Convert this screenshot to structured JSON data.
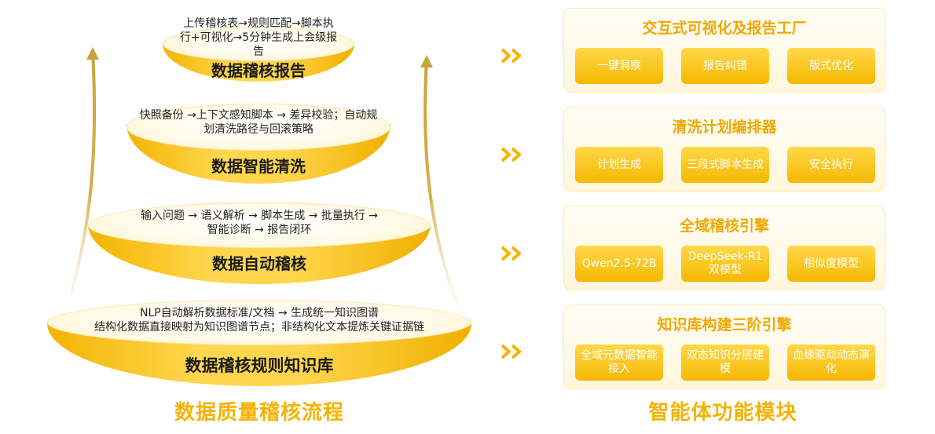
{
  "left": {
    "tiers": [
      {
        "desc": "上传稽核表→规则匹配→脚本执行+可视化→5分钟生成上会级报告",
        "title": "数据稽核报告"
      },
      {
        "desc": "快照备份 →上下文感知脚本 → 差异校验；自动规划清洗路径与回滚策略",
        "title": "数据智能清洗"
      },
      {
        "desc": "输入问题 → 语义解析 → 脚本生成 → 批量执行 → 智能诊断 → 报告闭环",
        "title": "数据自动稽核"
      },
      {
        "desc": "NLP自动解析数据标准/文档 → 生成统一知识图谱\n结构化数据直接映射为知识图谱节点；非结构化文本提炼关键证据链",
        "title": "数据稽核规则知识库"
      }
    ],
    "footer": "数据质量稽核流程"
  },
  "right": {
    "panels": [
      {
        "title": "交互式可视化及报告工厂",
        "buttons": [
          "一键洞察",
          "报告纠错",
          "版式优化"
        ]
      },
      {
        "title": "清洗计划编排器",
        "buttons": [
          "计划生成",
          "三段式脚本生成",
          "安全执行"
        ]
      },
      {
        "title": "全域稽核引擎",
        "buttons": [
          "Qwen2.5-72B",
          "DeepSeek-R1 双模型",
          "相似度模型"
        ]
      },
      {
        "title": "知识库构建三阶引擎",
        "buttons": [
          "全域元数据智能接入",
          "双态知识分层建模",
          "血缘驱动动态演化"
        ]
      }
    ],
    "footer": "智能体功能模块"
  },
  "colors": {
    "accent": "#f5b300",
    "accent_light": "#ffd84a",
    "panel_border": "#ffe9a8"
  }
}
